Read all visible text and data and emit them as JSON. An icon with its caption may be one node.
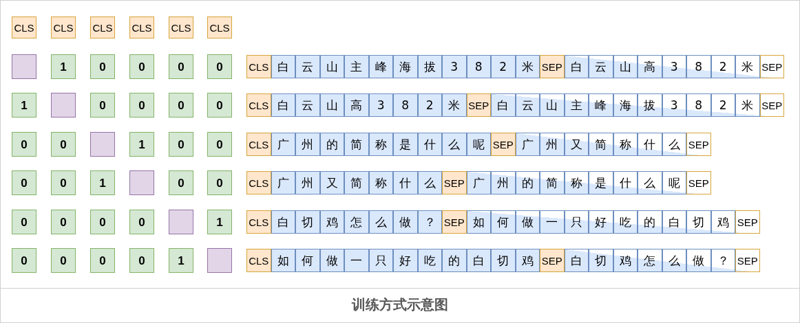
{
  "diagram": {
    "caption": "训练方式示意图",
    "nodes": [
      {
        "text": [
          "CLS"
        ]
      },
      {
        "text": [
          "CLS"
        ]
      },
      {
        "text": [
          "CLS"
        ]
      },
      {
        "text": [
          "CLS"
        ]
      },
      {
        "text": [
          "CLS"
        ]
      },
      {
        "text": [
          "CLS"
        ]
      },
      {
        "text": [],
        "shape": "box"
      },
      {
        "text": [
          "1"
        ]
      },
      {
        "text": [
          "0"
        ]
      },
      {
        "text": [
          "0"
        ]
      },
      {
        "text": [
          "0"
        ]
      },
      {
        "text": [
          "0"
        ]
      },
      {
        "text": [
          "CLS"
        ]
      },
      {
        "text": [
          "白"
        ]
      },
      {
        "text": [
          "云"
        ]
      },
      {
        "text": [
          "山"
        ]
      },
      {
        "text": [
          "主"
        ]
      },
      {
        "text": [
          "峰"
        ]
      },
      {
        "text": [
          "海"
        ]
      },
      {
        "text": [
          "拔"
        ]
      },
      {
        "text": [
          "3"
        ]
      },
      {
        "text": [
          "8"
        ]
      },
      {
        "text": [
          "2"
        ]
      },
      {
        "text": [
          "米"
        ]
      },
      {
        "text": [
          "SEP"
        ]
      },
      {
        "text": [
          "白"
        ]
      },
      {
        "text": [
          "云"
        ]
      },
      {
        "text": [
          "山"
        ]
      },
      {
        "text": [
          "高"
        ]
      },
      {
        "text": [
          "3"
        ]
      },
      {
        "text": [
          "8"
        ]
      },
      {
        "text": [
          "2"
        ]
      },
      {
        "text": [
          "米"
        ]
      },
      {
        "text": [
          "SEP"
        ]
      },
      {
        "text": [
          "1"
        ]
      },
      {
        "text": [],
        "shape": "box"
      },
      {
        "text": [
          "0"
        ]
      },
      {
        "text": [
          "0"
        ]
      },
      {
        "text": [
          "0"
        ]
      },
      {
        "text": [
          "0"
        ]
      },
      {
        "text": [
          "CLS"
        ]
      },
      {
        "text": [
          "白"
        ]
      },
      {
        "text": [
          "云"
        ]
      },
      {
        "text": [
          "山"
        ]
      },
      {
        "text": [
          "高"
        ]
      },
      {
        "text": [
          "3"
        ]
      },
      {
        "text": [
          "8"
        ]
      },
      {
        "text": [
          "2"
        ]
      },
      {
        "text": [
          "米"
        ]
      },
      {
        "text": [
          "SEP"
        ]
      },
      {
        "text": [
          "白"
        ]
      },
      {
        "text": [
          "云"
        ]
      },
      {
        "text": [
          "山"
        ]
      },
      {
        "text": [
          "主"
        ]
      },
      {
        "text": [
          "峰"
        ]
      },
      {
        "text": [
          "海"
        ]
      },
      {
        "text": [
          "拔"
        ]
      },
      {
        "text": [
          "3"
        ]
      },
      {
        "text": [
          "8"
        ]
      },
      {
        "text": [
          "2"
        ]
      },
      {
        "text": [
          "米"
        ]
      },
      {
        "text": [
          "SEP"
        ]
      },
      {
        "text": [
          "0"
        ]
      },
      {
        "text": [
          "0"
        ]
      },
      {
        "text": [],
        "shape": "box"
      },
      {
        "text": [
          "1"
        ]
      },
      {
        "text": [
          "0"
        ]
      },
      {
        "text": [
          "0"
        ]
      },
      {
        "text": [
          "CLS"
        ]
      },
      {
        "text": [
          "广"
        ]
      },
      {
        "text": [
          "州"
        ]
      },
      {
        "text": [
          "的"
        ]
      },
      {
        "text": [
          "简"
        ]
      },
      {
        "text": [
          "称"
        ]
      },
      {
        "text": [
          "是"
        ]
      },
      {
        "text": [
          "什"
        ]
      },
      {
        "text": [
          "么"
        ]
      },
      {
        "text": [
          "呢"
        ]
      },
      {
        "text": [
          "SEP"
        ]
      },
      {
        "text": [
          "广"
        ]
      },
      {
        "text": [
          "州"
        ]
      },
      {
        "text": [
          "又"
        ]
      },
      {
        "text": [
          "简"
        ]
      },
      {
        "text": [
          "称"
        ]
      },
      {
        "text": [
          "什"
        ]
      },
      {
        "text": [
          "么"
        ]
      },
      {
        "text": [
          "SEP"
        ]
      },
      {
        "text": [
          "0"
        ]
      },
      {
        "text": [
          "0"
        ]
      },
      {
        "text": [
          "1"
        ]
      },
      {
        "text": [],
        "shape": "box"
      },
      {
        "text": [
          "0"
        ]
      },
      {
        "text": [
          "0"
        ]
      },
      {
        "text": [
          "CLS"
        ]
      },
      {
        "text": [
          "广"
        ]
      },
      {
        "text": [
          "州"
        ]
      },
      {
        "text": [
          "又"
        ]
      },
      {
        "text": [
          "简"
        ]
      },
      {
        "text": [
          "称"
        ]
      },
      {
        "text": [
          "什"
        ]
      },
      {
        "text": [
          "么"
        ]
      },
      {
        "text": [
          "SEP"
        ]
      },
      {
        "text": [
          "广"
        ]
      },
      {
        "text": [
          "州"
        ]
      },
      {
        "text": [
          "的"
        ]
      },
      {
        "text": [
          "简"
        ]
      },
      {
        "text": [
          "称"
        ]
      },
      {
        "text": [
          "是"
        ]
      },
      {
        "text": [
          "什"
        ]
      },
      {
        "text": [
          "么"
        ]
      },
      {
        "text": [
          "呢"
        ]
      },
      {
        "text": [
          "SEP"
        ]
      },
      {
        "text": [
          "0"
        ]
      },
      {
        "text": [
          "0"
        ]
      },
      {
        "text": [
          "0"
        ]
      },
      {
        "text": [
          "0"
        ]
      },
      {
        "text": [],
        "shape": "box"
      },
      {
        "text": [
          "1"
        ]
      },
      {
        "text": [
          "CLS"
        ]
      },
      {
        "text": [
          "白"
        ]
      },
      {
        "text": [
          "切"
        ]
      },
      {
        "text": [
          "鸡"
        ]
      },
      {
        "text": [
          "怎"
        ]
      },
      {
        "text": [
          "么"
        ]
      },
      {
        "text": [
          "做"
        ]
      },
      {
        "text": [
          "？"
        ]
      },
      {
        "text": [
          "SEP"
        ]
      },
      {
        "text": [
          "如"
        ]
      },
      {
        "text": [
          "何"
        ]
      },
      {
        "text": [
          "做"
        ]
      },
      {
        "text": [
          "一"
        ]
      },
      {
        "text": [
          "只"
        ]
      },
      {
        "text": [
          "好"
        ]
      },
      {
        "text": [
          "吃"
        ]
      },
      {
        "text": [
          "的"
        ]
      },
      {
        "text": [
          "白"
        ]
      },
      {
        "text": [
          "切"
        ]
      },
      {
        "text": [
          "鸡"
        ]
      },
      {
        "text": [
          "SEP"
        ]
      },
      {
        "text": [
          "0"
        ]
      },
      {
        "text": [
          "0"
        ]
      },
      {
        "text": [
          "0"
        ]
      },
      {
        "text": [
          "0"
        ]
      },
      {
        "text": [
          "1"
        ]
      },
      {
        "text": [],
        "shape": "box"
      },
      {
        "text": [
          "CLS"
        ]
      },
      {
        "text": [
          "如"
        ]
      },
      {
        "text": [
          "何"
        ]
      },
      {
        "text": [
          "做"
        ]
      },
      {
        "text": [
          "一"
        ]
      },
      {
        "text": [
          "只"
        ]
      },
      {
        "text": [
          "好"
        ]
      },
      {
        "text": [
          "吃"
        ]
      },
      {
        "text": [
          "的"
        ]
      },
      {
        "text": [
          "白"
        ]
      },
      {
        "text": [
          "切"
        ]
      },
      {
        "text": [
          "鸡"
        ]
      },
      {
        "text": [
          "SEP"
        ]
      },
      {
        "text": [
          "白"
        ]
      },
      {
        "text": [
          "切"
        ]
      },
      {
        "text": [
          "鸡"
        ]
      },
      {
        "text": [
          "怎"
        ]
      },
      {
        "text": [
          "么"
        ]
      },
      {
        "text": [
          "做"
        ]
      },
      {
        "text": [
          "？"
        ]
      },
      {
        "text": [
          "SEP"
        ]
      }
    ]
  }
}
